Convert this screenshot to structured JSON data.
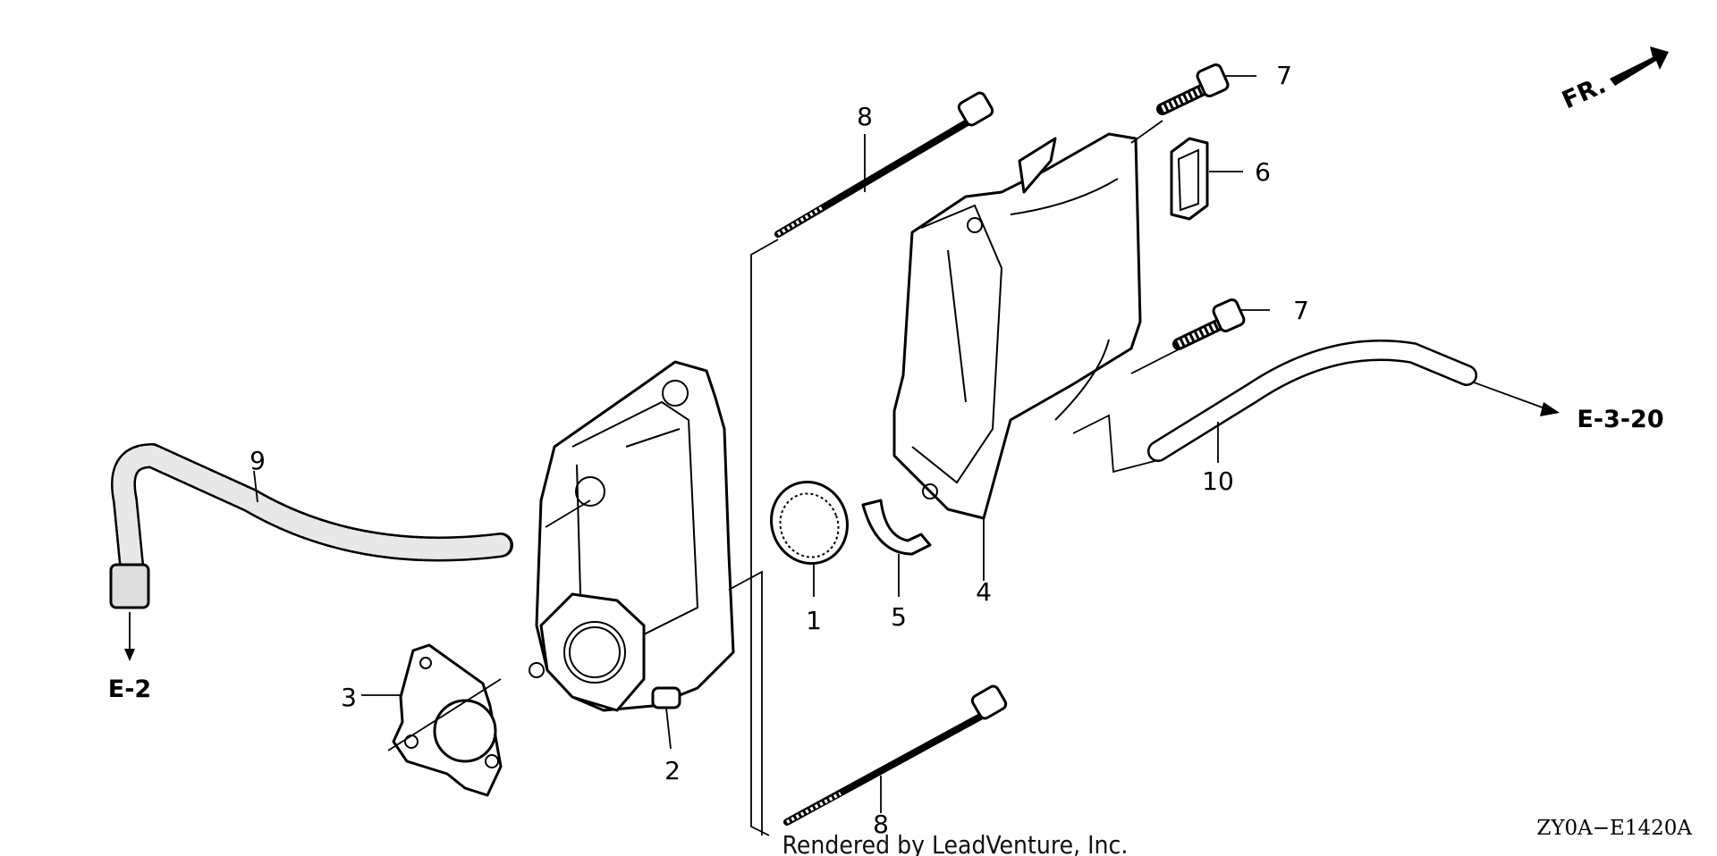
{
  "diagram": {
    "part_labels": {
      "p1": "1",
      "p2": "2",
      "p3": "3",
      "p4": "4",
      "p5": "5",
      "p6": "6",
      "p7a": "7",
      "p7b": "7",
      "p8a": "8",
      "p8b": "8",
      "p9": "9",
      "p10": "10"
    },
    "references": {
      "e2": "E-2",
      "e320": "E-3-20"
    },
    "direction": "FR.",
    "drawing_code": "ZY0A−E1420A",
    "credit": "Rendered by LeadVenture, Inc."
  }
}
